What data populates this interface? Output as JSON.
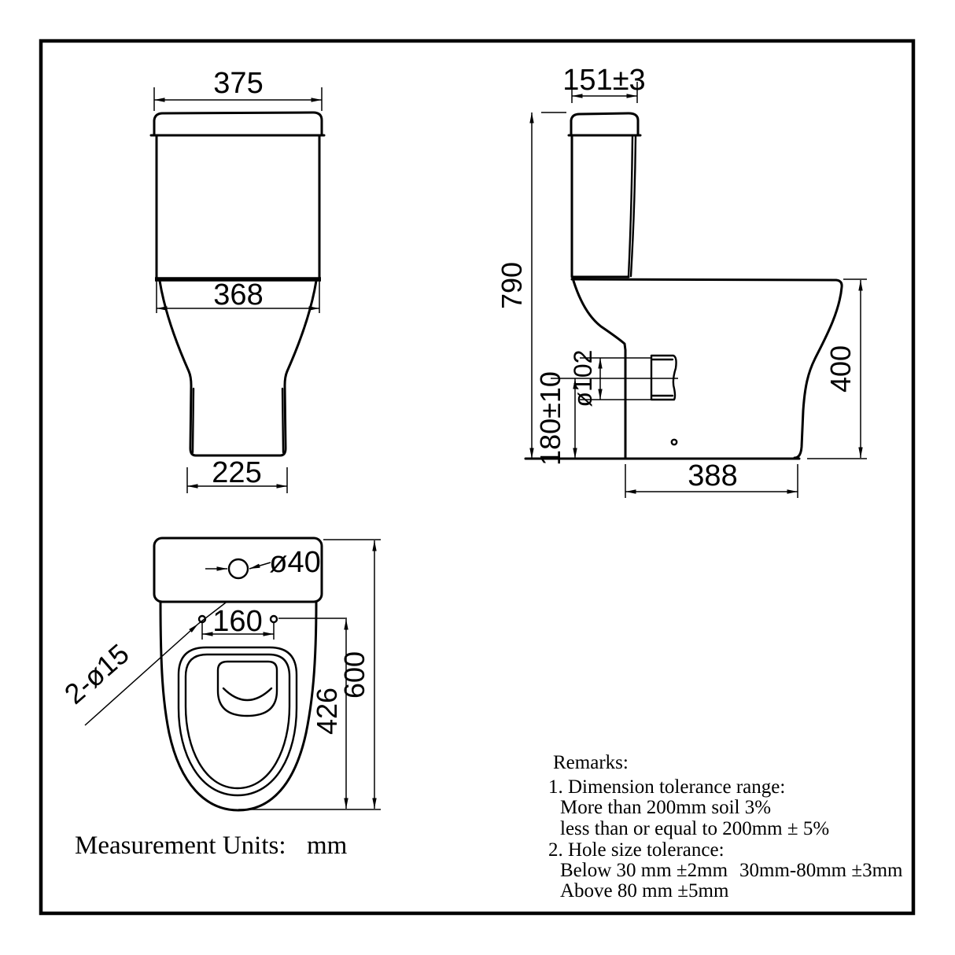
{
  "front_view": {
    "cistern_width": "375",
    "bowl_top_width": "368",
    "base_width": "225"
  },
  "side_view": {
    "cistern_depth": "151±3",
    "overall_height": "790",
    "outlet_diameter": "ø102",
    "outlet_center_height": "180±10",
    "rim_height": "400",
    "base_depth": "388"
  },
  "top_view": {
    "button_hole_diameter": "ø40",
    "fixing_hole_spacing": "160",
    "fixing_holes_label": "2-ø15",
    "holes_to_front_length": "426",
    "overall_depth": "600"
  },
  "footer": {
    "units_label": "Measurement Units:",
    "units_value": "mm"
  },
  "remarks": {
    "title": "Remarks:",
    "item1": "1. Dimension tolerance range:",
    "item1a": "More than 200mm soil 3%",
    "item1b": "less than or equal to 200mm ± 5%",
    "item2": "2. Hole size tolerance:",
    "item2a": "Below 30 mm ±2mm",
    "item2b": "30mm-80mm ±3mm",
    "item2c": "Above 80 mm ±5mm"
  },
  "colors": {
    "line": "#000000",
    "background": "#ffffff"
  }
}
